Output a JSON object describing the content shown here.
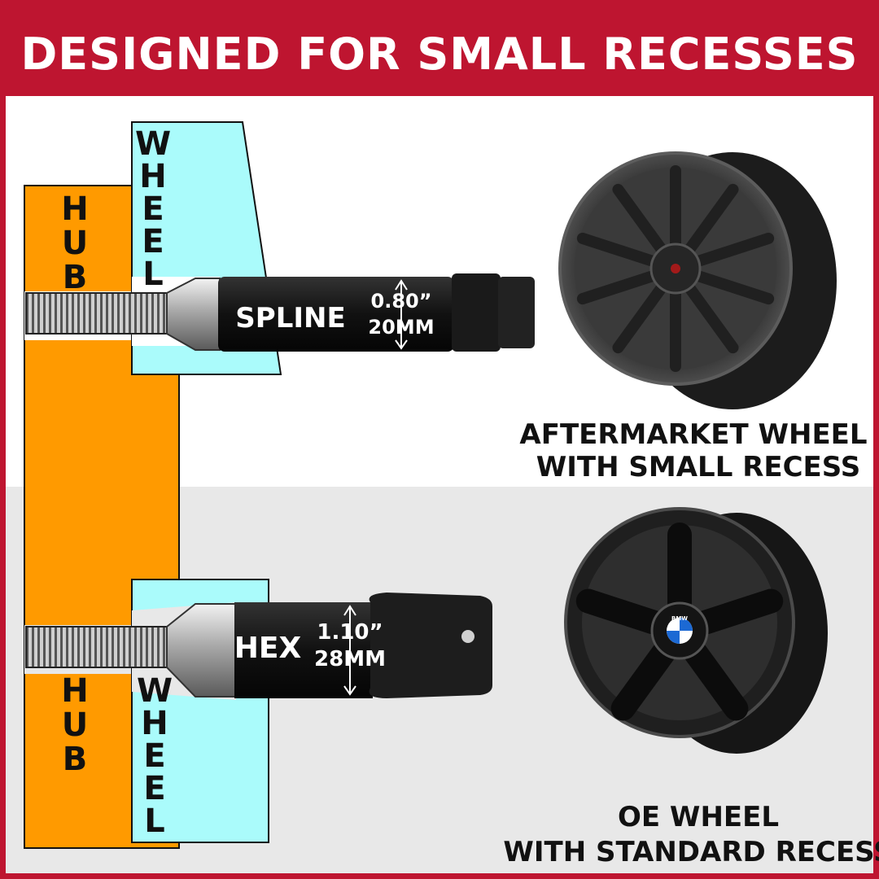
{
  "banner": {
    "title": "DESIGNED FOR SMALL RECESSES"
  },
  "diagram": {
    "top": {
      "hub_label": "HUB",
      "wheel_label": "WHEEL",
      "lug_type": "SPLINE",
      "size_in": "0.80”",
      "size_mm": "20MM",
      "caption_line1": "AFTERMARKET WHEEL",
      "caption_line2": "WITH SMALL RECESS"
    },
    "bottom": {
      "hub_label": "HUB",
      "wheel_label": "WHEEL",
      "lug_type": "HEX",
      "size_in": "1.10”",
      "size_mm": "28MM",
      "caption_line1": "OE WHEEL",
      "caption_line2": "WITH STANDARD RECESS",
      "emblem_text": "BMW"
    }
  },
  "colors": {
    "banner": "#be1530",
    "hub": "#ff9a00",
    "wheel": "#aafbfb",
    "lower_panel": "#e8e8e8",
    "upper_panel": "#ffffff"
  }
}
